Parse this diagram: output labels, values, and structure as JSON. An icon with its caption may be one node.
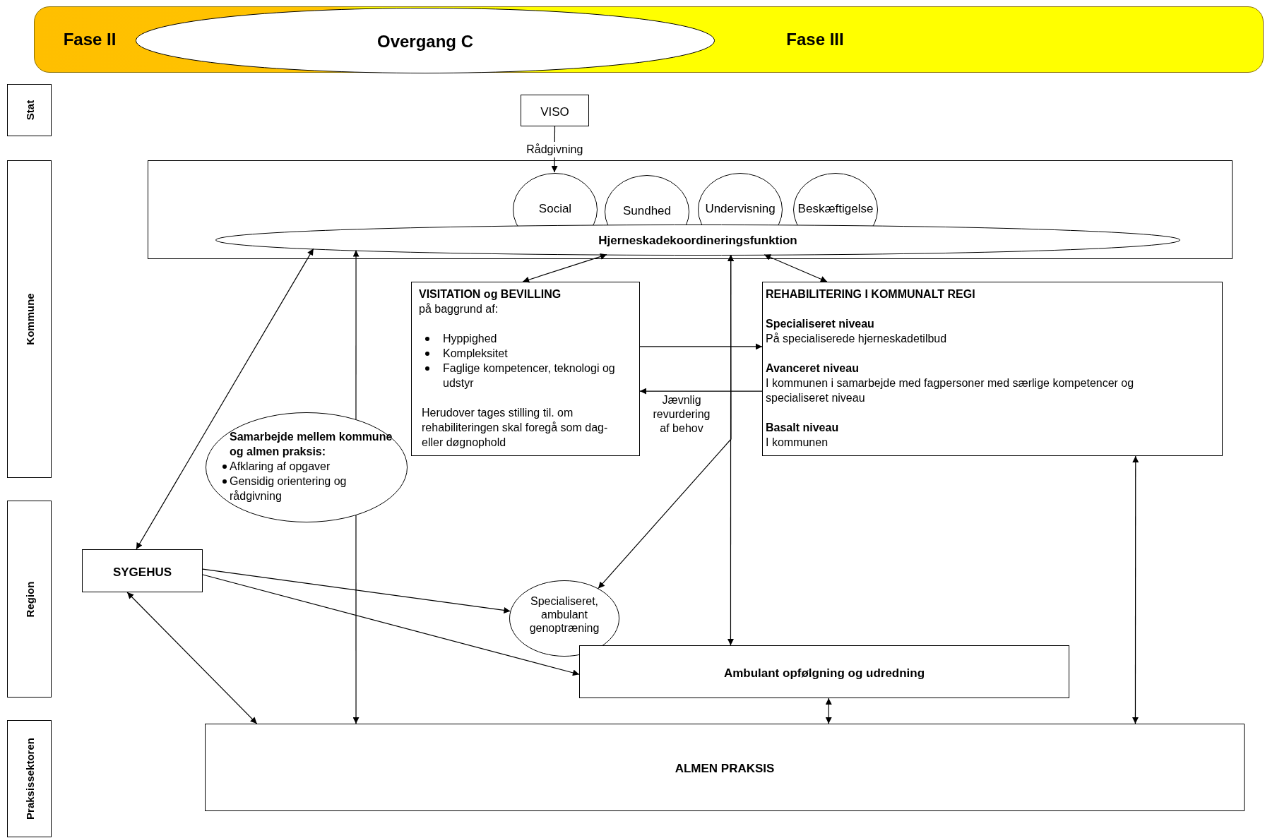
{
  "diagram": {
    "nodes": [
      {
        "text": [
          "Fase II",
          "Fase III"
        ]
      },
      {
        "text": [
          "Overgang C"
        ],
        "in": 0
      },
      {
        "text": [
          "Stat"
        ]
      },
      {
        "text": [
          "Kommune"
        ]
      },
      {
        "text": [
          "Region"
        ]
      },
      {
        "text": [
          "Praksissektoren"
        ]
      },
      {
        "text": [
          "VISO"
        ]
      },
      {
        "text": [],
        "shape": "box"
      },
      {
        "text": [
          "Social"
        ],
        "in": 7
      },
      {
        "text": [
          "Sundhed"
        ],
        "in": 7
      },
      {
        "text": [
          "Undervisning"
        ],
        "in": 7
      },
      {
        "text": [
          "Beskæftigelse"
        ],
        "in": 7
      },
      {
        "text": [
          "Hjerneskadekoordineringsfunktion"
        ],
        "in": 7
      },
      {
        "text": [
          "VISITATION og BEVILLING",
          "på baggrund af:",
          "Hyppighed",
          "Kompleksitet",
          "Faglige kompetencer, teknologi og udstyr",
          "Herudover tages stilling til. om rehabiliteringen skal foregå som dag- eller døgnophold"
        ]
      },
      {
        "text": [
          "REHABILITERING I KOMMUNALT REGI",
          "Specialiseret niveau",
          "På specialiserede hjerneskadetilbud",
          "Avanceret niveau",
          "I kommunen i samarbejde med fagpersoner med særlige kompetencer og specialiseret niveau",
          "Basalt niveau",
          "I kommunen"
        ]
      },
      {
        "text": [
          "Samarbejde mellem kommune og almen praksis:",
          "Afklaring af opgaver",
          "Gensidig orientering og rådgivning"
        ]
      },
      {
        "text": [
          "SYGEHUS"
        ]
      },
      {
        "text": [
          "Specialiseret, ambulant genoptræning"
        ]
      },
      {
        "text": [
          "Ambulant opfølgning og udredning"
        ]
      },
      {
        "text": [
          "ALMEN PRAKSIS"
        ]
      }
    ],
    "edges": [
      {
        "from": 6,
        "to": 8,
        "arrow": "to",
        "label": "Rådgivning"
      },
      {
        "from": 12,
        "to": 16,
        "arrow": "both"
      },
      {
        "from": 15,
        "to": 12,
        "arrow": "to"
      },
      {
        "from": 15,
        "to": 19,
        "arrow": "to"
      },
      {
        "from": 12,
        "to": 13,
        "arrow": "both"
      },
      {
        "from": 12,
        "to": 14,
        "arrow": "both"
      },
      {
        "from": 12,
        "to": 18,
        "arrow": "both"
      },
      {
        "from": 12,
        "to": 17,
        "arrow": "both"
      },
      {
        "from": 13,
        "to": 14,
        "arrow": "to"
      },
      {
        "from": 14,
        "to": 13,
        "arrow": "to",
        "label": "Jævnlig revurdering af behov"
      },
      {
        "from": 14,
        "to": 19,
        "arrow": "both"
      },
      {
        "from": 16,
        "to": 17,
        "arrow": "to"
      },
      {
        "from": 16,
        "to": 18,
        "arrow": "to"
      },
      {
        "from": 16,
        "to": 19,
        "arrow": "both"
      },
      {
        "from": 18,
        "to": 19,
        "arrow": "both"
      }
    ]
  }
}
